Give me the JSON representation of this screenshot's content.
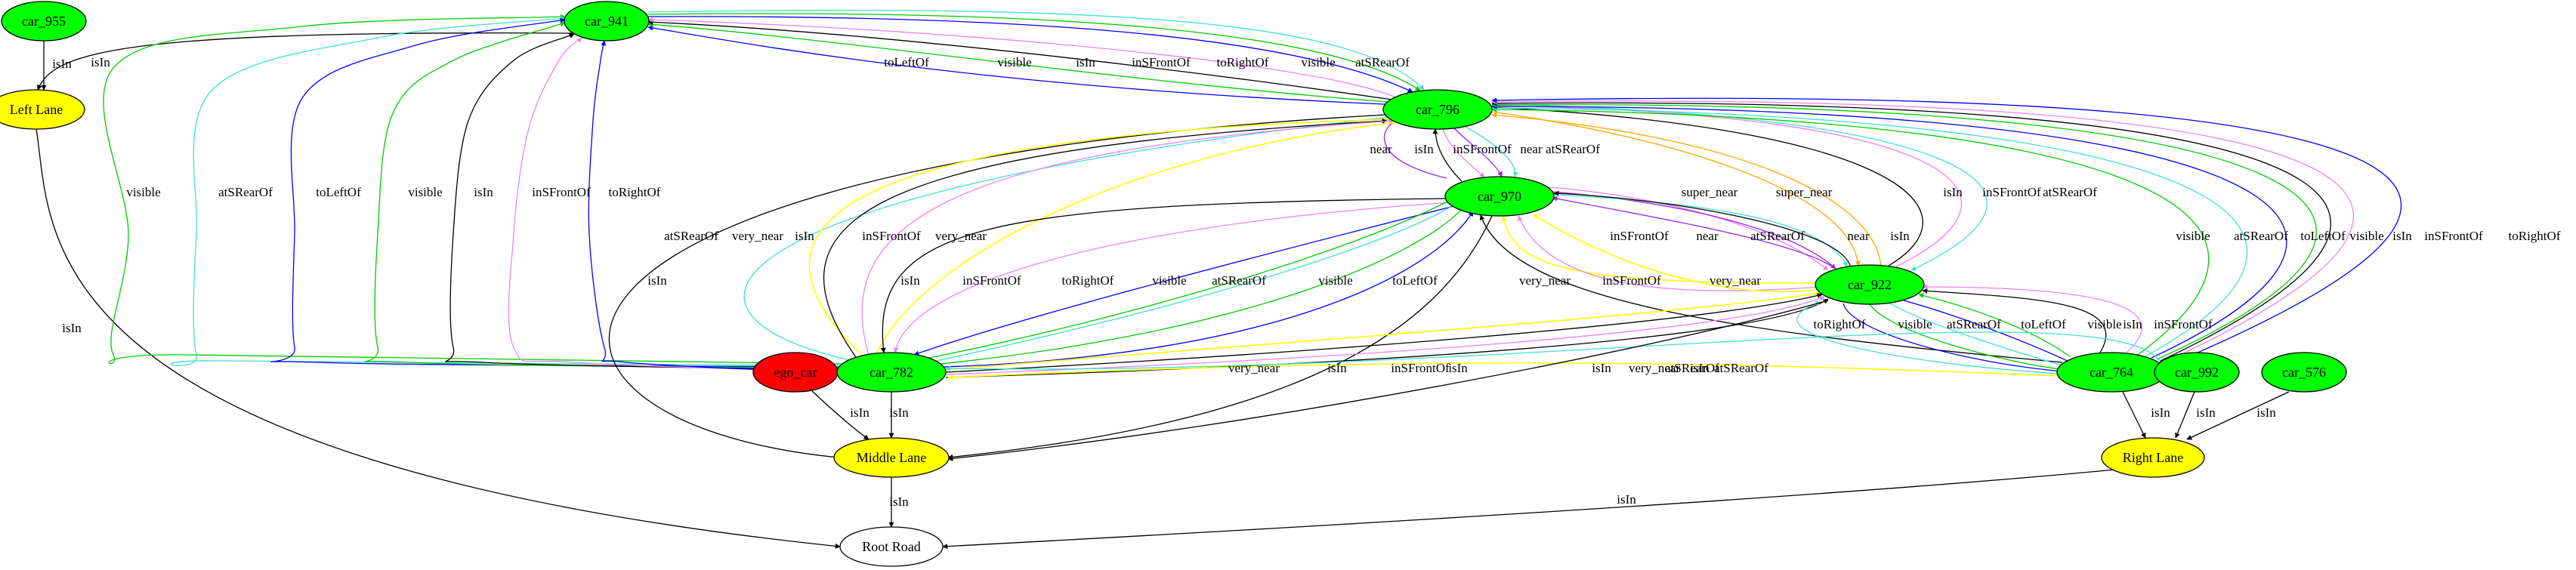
{
  "diagram": {
    "type": "scene-graph",
    "palette": {
      "car": "#00ff00",
      "ego": "#ff0000",
      "lane": "#ffff00",
      "root": "#ffffff",
      "isIn": "#000000",
      "near": "#a020f0",
      "very_near": "#ffff00",
      "super_near": "#ffa500",
      "inSFrontOf": "#ee82ee",
      "atSRearOf": "#40e0d0",
      "toLeftOf": "#0000ff",
      "toRightOf": "#0000ff",
      "visible": "#00cc00"
    },
    "nodes": [
      {
        "id": "car_955",
        "label": "car_955",
        "kind": "car"
      },
      {
        "id": "car_941",
        "label": "car_941",
        "kind": "car"
      },
      {
        "id": "left_lane",
        "label": "Left Lane",
        "kind": "lane"
      },
      {
        "id": "car_796",
        "label": "car_796",
        "kind": "car"
      },
      {
        "id": "car_970",
        "label": "car_970",
        "kind": "car"
      },
      {
        "id": "car_922",
        "label": "car_922",
        "kind": "car"
      },
      {
        "id": "ego_car",
        "label": "ego_car",
        "kind": "ego"
      },
      {
        "id": "car_782",
        "label": "car_782",
        "kind": "car"
      },
      {
        "id": "car_764",
        "label": "car_764",
        "kind": "car"
      },
      {
        "id": "car_992",
        "label": "car_992",
        "kind": "car"
      },
      {
        "id": "car_576",
        "label": "car_576",
        "kind": "car"
      },
      {
        "id": "middle_lane",
        "label": "Middle Lane",
        "kind": "lane"
      },
      {
        "id": "right_lane",
        "label": "Right Lane",
        "kind": "lane"
      },
      {
        "id": "root_road",
        "label": "Root Road",
        "kind": "root"
      }
    ],
    "edges": [
      {
        "id": "e1",
        "from": "car_955",
        "to": "left_lane",
        "label": "isIn",
        "rel": "isIn"
      },
      {
        "id": "e2",
        "from": "car_941",
        "to": "left_lane",
        "label": "isIn",
        "rel": "isIn"
      },
      {
        "id": "e3",
        "from": "left_lane",
        "to": "root_road",
        "label": "isIn",
        "rel": "isIn"
      },
      {
        "id": "e4",
        "from": "car_796",
        "to": "car_941",
        "label": "toLeftOf",
        "rel": "toLeftOf"
      },
      {
        "id": "e5",
        "from": "car_796",
        "to": "car_941",
        "label": "visible",
        "rel": "visible"
      },
      {
        "id": "e6",
        "from": "car_796",
        "to": "car_941",
        "label": "isIn",
        "rel": "isIn"
      },
      {
        "id": "e7",
        "from": "car_796",
        "to": "car_941",
        "label": "inSFrontOf",
        "rel": "inSFrontOf"
      },
      {
        "id": "e8",
        "from": "car_941",
        "to": "car_796",
        "label": "toRightOf",
        "rel": "toRightOf"
      },
      {
        "id": "e9",
        "from": "car_941",
        "to": "car_796",
        "label": "visible",
        "rel": "visible"
      },
      {
        "id": "e10",
        "from": "car_941",
        "to": "car_796",
        "label": "atSRearOf",
        "rel": "atSRearOf"
      },
      {
        "id": "e11",
        "from": "car_782",
        "to": "car_941",
        "label": "visible",
        "rel": "visible"
      },
      {
        "id": "e12",
        "from": "car_782",
        "to": "car_941",
        "label": "atSRearOf",
        "rel": "atSRearOf"
      },
      {
        "id": "e13",
        "from": "car_782",
        "to": "car_941",
        "label": "toLeftOf",
        "rel": "toLeftOf"
      },
      {
        "id": "e14",
        "from": "car_782",
        "to": "car_941",
        "label": "visible",
        "rel": "visible"
      },
      {
        "id": "e15",
        "from": "car_782",
        "to": "car_941",
        "label": "isIn",
        "rel": "isIn"
      },
      {
        "id": "e16",
        "from": "car_782",
        "to": "car_941",
        "label": "inSFrontOf",
        "rel": "inSFrontOf"
      },
      {
        "id": "e17",
        "from": "car_782",
        "to": "car_941",
        "label": "toRightOf",
        "rel": "toRightOf"
      },
      {
        "id": "e18",
        "from": "car_970",
        "to": "car_796",
        "label": "near",
        "rel": "near"
      },
      {
        "id": "e19",
        "from": "car_970",
        "to": "car_796",
        "label": "isIn",
        "rel": "isIn"
      },
      {
        "id": "e20",
        "from": "car_796",
        "to": "car_970",
        "label": "inSFrontOf",
        "rel": "inSFrontOf"
      },
      {
        "id": "e21",
        "from": "car_796",
        "to": "car_970",
        "label": "near",
        "rel": "near"
      },
      {
        "id": "e22",
        "from": "car_796",
        "to": "car_970",
        "label": "atSRearOf",
        "rel": "atSRearOf"
      },
      {
        "id": "e23",
        "from": "car_796",
        "to": "middle_lane",
        "label": "isIn",
        "rel": "isIn"
      },
      {
        "id": "e24",
        "from": "car_782",
        "to": "car_796",
        "label": "atSRearOf",
        "rel": "atSRearOf"
      },
      {
        "id": "e25",
        "from": "car_782",
        "to": "car_796",
        "label": "very_near",
        "rel": "very_near"
      },
      {
        "id": "e26",
        "from": "car_782",
        "to": "car_796",
        "label": "isIn",
        "rel": "isIn"
      },
      {
        "id": "e27",
        "from": "car_782",
        "to": "car_796",
        "label": "inSFrontOf",
        "rel": "inSFrontOf"
      },
      {
        "id": "e28",
        "from": "car_782",
        "to": "car_796",
        "label": "very_near",
        "rel": "very_near"
      },
      {
        "id": "e29",
        "from": "car_796",
        "to": "car_922",
        "label": "super_near",
        "rel": "super_near"
      },
      {
        "id": "e30",
        "from": "car_922",
        "to": "car_796",
        "label": "super_near",
        "rel": "super_near"
      },
      {
        "id": "e31",
        "from": "car_922",
        "to": "car_796",
        "label": "isIn",
        "rel": "isIn"
      },
      {
        "id": "e32",
        "from": "car_922",
        "to": "car_796",
        "label": "inSFrontOf",
        "rel": "inSFrontOf"
      },
      {
        "id": "e33",
        "from": "car_796",
        "to": "car_922",
        "label": "atSRearOf",
        "rel": "atSRearOf"
      },
      {
        "id": "e34",
        "from": "car_764",
        "to": "car_796",
        "label": "visible",
        "rel": "visible"
      },
      {
        "id": "e35",
        "from": "car_764",
        "to": "car_796",
        "label": "atSRearOf",
        "rel": "atSRearOf"
      },
      {
        "id": "e36",
        "from": "car_764",
        "to": "car_796",
        "label": "toLeftOf",
        "rel": "toLeftOf"
      },
      {
        "id": "e37",
        "from": "car_764",
        "to": "car_796",
        "label": "visible",
        "rel": "visible"
      },
      {
        "id": "e38",
        "from": "car_764",
        "to": "car_796",
        "label": "isIn",
        "rel": "isIn"
      },
      {
        "id": "e39",
        "from": "car_764",
        "to": "car_796",
        "label": "inSFrontOf",
        "rel": "inSFrontOf"
      },
      {
        "id": "e40",
        "from": "car_764",
        "to": "car_796",
        "label": "toRightOf",
        "rel": "toRightOf"
      },
      {
        "id": "e41",
        "from": "car_970",
        "to": "car_782",
        "label": "isIn",
        "rel": "isIn"
      },
      {
        "id": "e42",
        "from": "car_970",
        "to": "car_782",
        "label": "inSFrontOf",
        "rel": "inSFrontOf"
      },
      {
        "id": "e43",
        "from": "car_970",
        "to": "car_782",
        "label": "toRightOf",
        "rel": "toRightOf"
      },
      {
        "id": "e44",
        "from": "car_782",
        "to": "car_970",
        "label": "visible",
        "rel": "visible"
      },
      {
        "id": "e45",
        "from": "car_782",
        "to": "car_970",
        "label": "atSRearOf",
        "rel": "atSRearOf"
      },
      {
        "id": "e46",
        "from": "car_782",
        "to": "car_970",
        "label": "visible",
        "rel": "visible"
      },
      {
        "id": "e47",
        "from": "car_782",
        "to": "car_970",
        "label": "toLeftOf",
        "rel": "toLeftOf"
      },
      {
        "id": "e48",
        "from": "car_970",
        "to": "car_922",
        "label": "inSFrontOf",
        "rel": "inSFrontOf"
      },
      {
        "id": "e49",
        "from": "car_970",
        "to": "car_922",
        "label": "near",
        "rel": "near"
      },
      {
        "id": "e50",
        "from": "car_970",
        "to": "car_922",
        "label": "atSRearOf",
        "rel": "atSRearOf"
      },
      {
        "id": "e51",
        "from": "car_922",
        "to": "car_970",
        "label": "near",
        "rel": "near"
      },
      {
        "id": "e52",
        "from": "car_922",
        "to": "car_970",
        "label": "isIn",
        "rel": "isIn"
      },
      {
        "id": "e53",
        "from": "car_922",
        "to": "car_970",
        "label": "very_near",
        "rel": "very_near"
      },
      {
        "id": "e54",
        "from": "car_922",
        "to": "car_970",
        "label": "inSFrontOf",
        "rel": "inSFrontOf"
      },
      {
        "id": "e55",
        "from": "car_922",
        "to": "car_970",
        "label": "very_near",
        "rel": "very_near"
      },
      {
        "id": "e56",
        "from": "car_764",
        "to": "car_970",
        "label": "isIn",
        "rel": "isIn"
      },
      {
        "id": "e57",
        "from": "car_970",
        "to": "middle_lane",
        "label": "isIn",
        "rel": "isIn"
      },
      {
        "id": "e58",
        "from": "car_782",
        "to": "car_922",
        "label": "very_near",
        "rel": "very_near"
      },
      {
        "id": "e59",
        "from": "car_782",
        "to": "car_922",
        "label": "isIn",
        "rel": "isIn"
      },
      {
        "id": "e60",
        "from": "car_782",
        "to": "car_922",
        "label": "inSFrontOf",
        "rel": "inSFrontOf"
      },
      {
        "id": "e61",
        "from": "car_782",
        "to": "car_922",
        "label": "isIn",
        "rel": "isIn"
      },
      {
        "id": "e62",
        "from": "car_764",
        "to": "car_922",
        "label": "very_near",
        "rel": "very_near"
      },
      {
        "id": "e63",
        "from": "car_764",
        "to": "car_922",
        "label": "atSRearOf",
        "rel": "atSRearOf"
      },
      {
        "id": "e64",
        "from": "car_922",
        "to": "car_764",
        "label": "toRightOf",
        "rel": "toRightOf"
      },
      {
        "id": "e65",
        "from": "car_922",
        "to": "car_764",
        "label": "visible",
        "rel": "visible"
      },
      {
        "id": "e66",
        "from": "car_922",
        "to": "car_764",
        "label": "atSRearOf",
        "rel": "atSRearOf"
      },
      {
        "id": "e67",
        "from": "car_922",
        "to": "car_764",
        "label": "toLeftOf",
        "rel": "toLeftOf"
      },
      {
        "id": "e68",
        "from": "car_764",
        "to": "car_922",
        "label": "visible",
        "rel": "visible"
      },
      {
        "id": "e69",
        "from": "car_764",
        "to": "car_922",
        "label": "isIn",
        "rel": "isIn"
      },
      {
        "id": "e70",
        "from": "car_764",
        "to": "car_922",
        "label": "inSFrontOf",
        "rel": "inSFrontOf"
      },
      {
        "id": "e71",
        "from": "car_764",
        "to": "car_782",
        "label": "atSRearOf",
        "rel": "atSRearOf"
      },
      {
        "id": "e72",
        "from": "car_922",
        "to": "middle_lane",
        "label": "isIn",
        "rel": "isIn"
      },
      {
        "id": "e73",
        "from": "ego_car",
        "to": "middle_lane",
        "label": "isIn",
        "rel": "isIn"
      },
      {
        "id": "e74",
        "from": "car_782",
        "to": "middle_lane",
        "label": "isIn",
        "rel": "isIn"
      },
      {
        "id": "e75",
        "from": "car_764",
        "to": "right_lane",
        "label": "isIn",
        "rel": "isIn"
      },
      {
        "id": "e76",
        "from": "car_992",
        "to": "right_lane",
        "label": "isIn",
        "rel": "isIn"
      },
      {
        "id": "e77",
        "from": "car_576",
        "to": "right_lane",
        "label": "isIn",
        "rel": "isIn"
      },
      {
        "id": "e78",
        "from": "middle_lane",
        "to": "root_road",
        "label": "isIn",
        "rel": "isIn"
      },
      {
        "id": "e79",
        "from": "right_lane",
        "to": "root_road",
        "label": "isIn",
        "rel": "isIn"
      }
    ]
  }
}
